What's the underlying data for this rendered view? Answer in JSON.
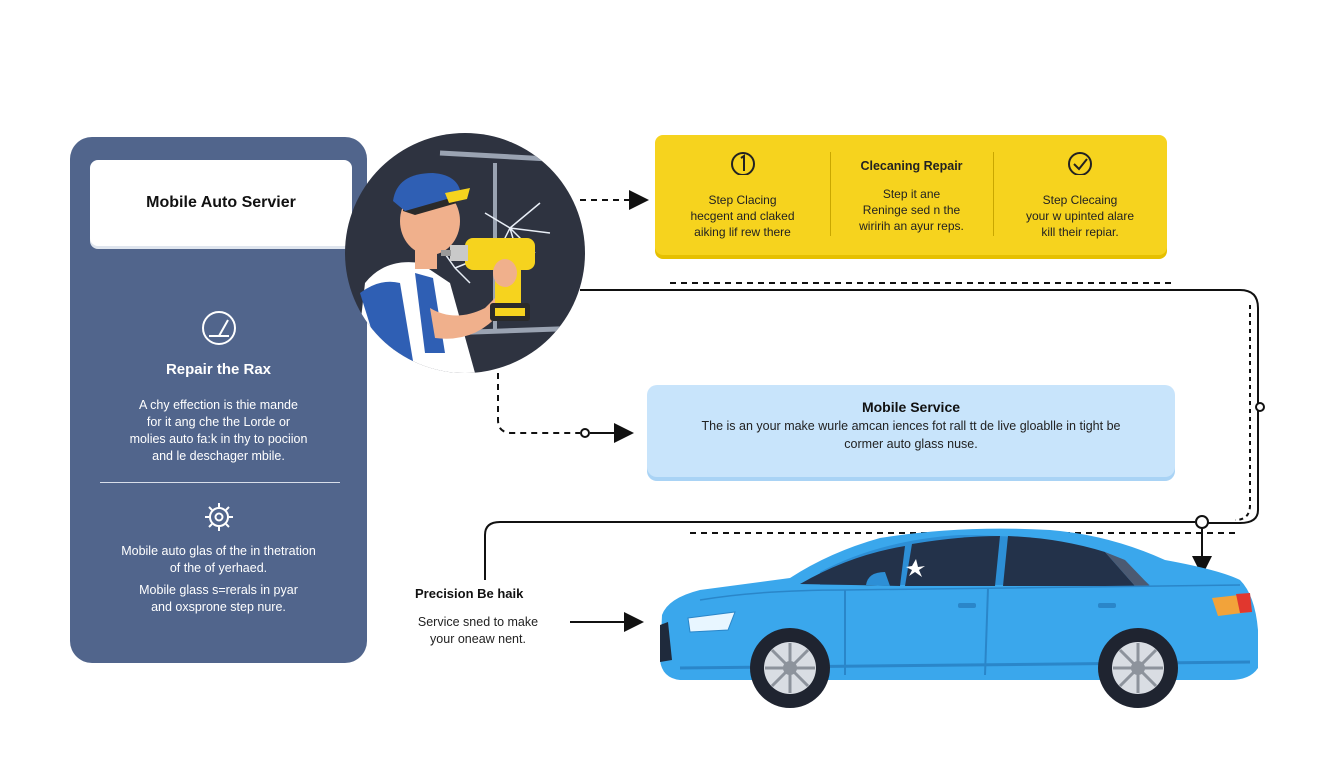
{
  "left_panel": {
    "title": "Mobile Auto Servier",
    "section1": {
      "icon": "gauge-icon",
      "heading": "Repair the Rax",
      "lines": [
        "A chy effection is thie mande",
        "for it ang che the Lorde or",
        "molies auto fa:k in thy to pociion",
        "and le deschager mbile."
      ]
    },
    "section2": {
      "icon": "gear-icon",
      "lines": [
        "Mobile auto glas of the in thetration",
        "of the of yerhaed.",
        "Mobile glass s=rerals in pyar",
        "and oxsprone step nure."
      ]
    }
  },
  "yellow_card": {
    "columns": [
      {
        "icon": "info-circle-icon",
        "heading": "",
        "lines": [
          "Step Clacing",
          "hecgent and claked",
          "aiking lif rew there"
        ]
      },
      {
        "icon": "",
        "heading": "Clecaning Repair",
        "lines": [
          "Step it ane",
          "Reninge sed n the",
          "wiririh an ayur reps."
        ]
      },
      {
        "icon": "check-circle-icon",
        "heading": "",
        "lines": [
          "Step Clecaing",
          "your w upinted alare",
          "kill their repiar."
        ]
      }
    ]
  },
  "blue_card": {
    "title": "Mobile Service",
    "lines": [
      "The is an your make wurle amcan iences fot rall tt de live gloablle in tight be",
      "cormer auto glass nuse."
    ]
  },
  "precision": {
    "title": "Precision Be haik",
    "lines": [
      "Service sned to make",
      "your oneaw nent."
    ]
  },
  "colors": {
    "panel": "#51658c",
    "yellow": "#f6d31e",
    "light_blue": "#c8e4fb",
    "car_blue": "#3aa7ec"
  }
}
